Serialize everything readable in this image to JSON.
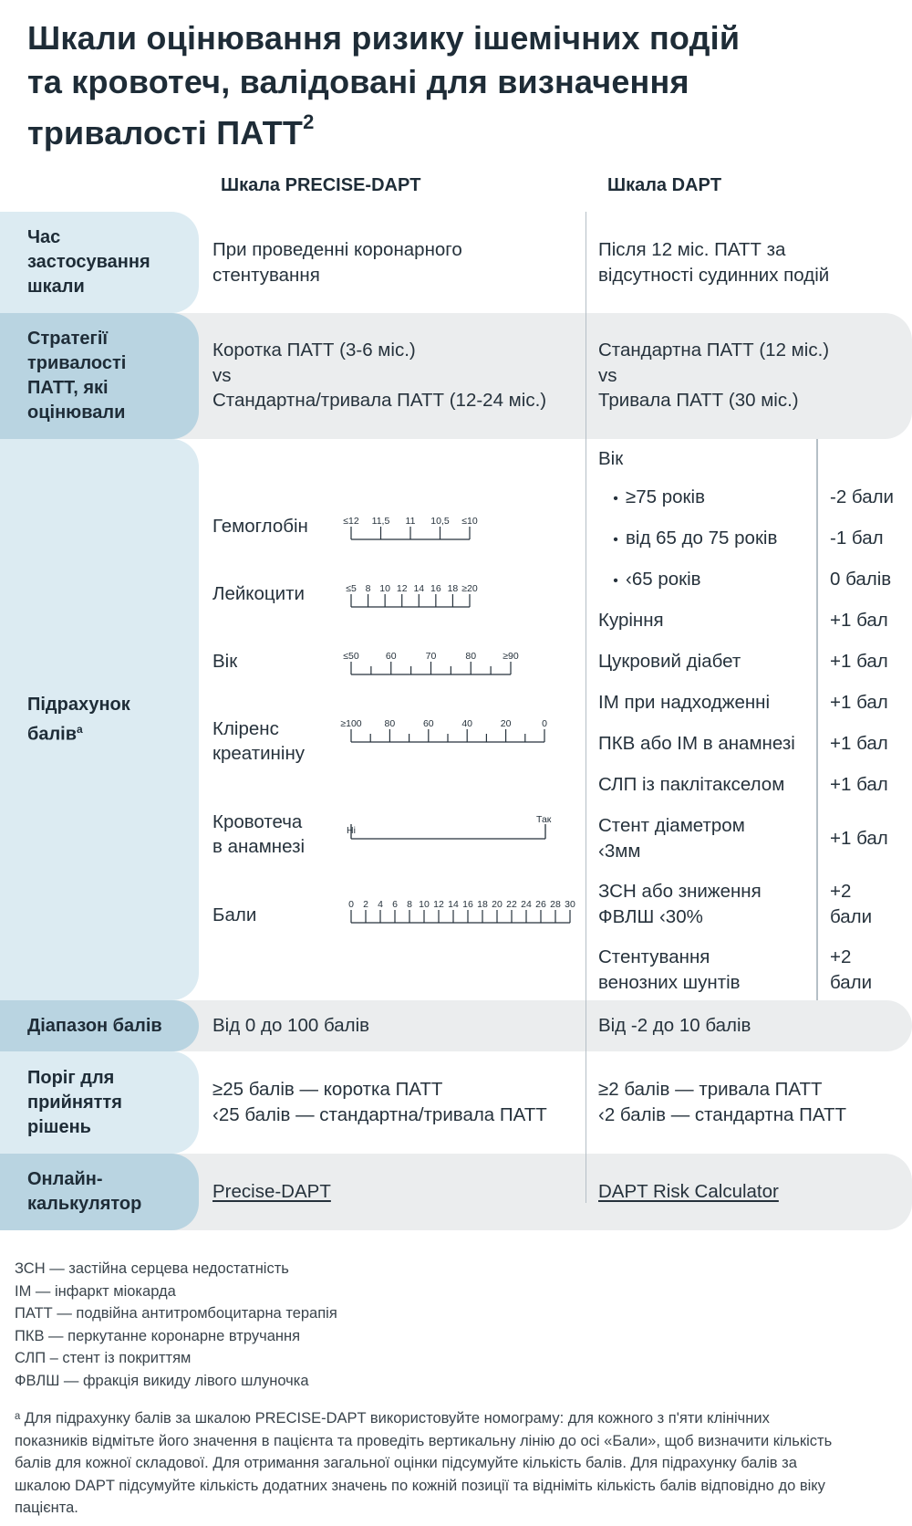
{
  "title": {
    "line1": "Шкали оцінювання ризику ішемічних подій",
    "line2": "та кровотеч, валідовані для визначення",
    "line3": "тривалості ПАТТ",
    "sup": "2"
  },
  "columns": {
    "precise": "Шкала PRECISE-DAPT",
    "dapt": "Шкала DAPT"
  },
  "rows": {
    "time": {
      "label": "Час застосування шкали",
      "precise": "При проведенні коронарного стентування",
      "dapt": "Після 12 міс. ПАТТ за відсутності судинних подій"
    },
    "strategy": {
      "label": "Стратегії тривалості ПАТТ, які оцінювали",
      "precise_line1": "Коротка ПАТТ (3-6 міс.)",
      "precise_line2": "vs",
      "precise_line3": "Стандартна/тривала ПАТТ (12-24 міс.)",
      "dapt_line1": "Стандартна ПАТТ (12 міс.)",
      "dapt_line2": "vs",
      "dapt_line3": "Тривала ПАТТ (30 міс.)"
    },
    "scoring": {
      "label": "Підрахунок балів",
      "label_sup": "a",
      "nomogram": {
        "hemoglobin": {
          "label": "Гемоглобін",
          "ticks": [
            "≤12",
            "11,5",
            "11",
            "10,5",
            "≤10"
          ]
        },
        "leukocytes": {
          "label": "Лейкоцити",
          "ticks": [
            "≤5",
            "8",
            "10",
            "12",
            "14",
            "16",
            "18",
            "≥20"
          ]
        },
        "age": {
          "label": "Вік",
          "ticks": [
            "≤50",
            "60",
            "70",
            "80",
            "≥90"
          ]
        },
        "clearance": {
          "label1": "Кліренс",
          "label2": "креатиніну",
          "ticks": [
            "≥100",
            "80",
            "60",
            "40",
            "20",
            "0"
          ]
        },
        "bleeding": {
          "label1": "Кровотеча",
          "label2": "в анамнезі",
          "no": "Ні",
          "yes": "Так"
        },
        "points": {
          "label": "Бали",
          "ticks": [
            "0",
            "2",
            "4",
            "6",
            "8",
            "10",
            "12",
            "14",
            "16",
            "18",
            "20",
            "22",
            "24",
            "26",
            "28",
            "30"
          ]
        }
      },
      "dapt": {
        "age_header": "Вік",
        "items": [
          {
            "name": "≥75 років",
            "points": "-2 бали",
            "bullet": true
          },
          {
            "name": "від 65 до 75 років",
            "points": "-1 бал",
            "bullet": true
          },
          {
            "name": "‹65 років",
            "points": "0 балів",
            "bullet": true
          },
          {
            "name": "Куріння",
            "points": "+1 бал"
          },
          {
            "name": "Цукровий діабет",
            "points": "+1 бал"
          },
          {
            "name": "ІМ при надходженні",
            "points": "+1 бал"
          },
          {
            "name": "ПКВ або ІМ в анамнезі",
            "points": "+1 бал"
          },
          {
            "name": "СЛП із паклітакселом",
            "points": "+1 бал"
          },
          {
            "name1": "Стент діаметром",
            "name2": "‹3мм",
            "points": "+1 бал"
          },
          {
            "name1": "ЗСН або зниження",
            "name2": "ФВЛШ ‹30%",
            "points1": "+2",
            "points2": "бали"
          },
          {
            "name1": "Стентування",
            "name2": "венозних шунтів",
            "points1": "+2",
            "points2": "бали"
          }
        ]
      }
    },
    "range": {
      "label": "Діапазон балів",
      "precise": "Від 0 до 100 балів",
      "dapt": "Від -2 до 10 балів"
    },
    "threshold": {
      "label": "Поріг для прийняття рішень",
      "precise_line1": "≥25 балів — коротка ПАТТ",
      "precise_line2": "‹25 балів — стандартна/тривала ПАТТ",
      "dapt_line1": "≥2 балів — тривала ПАТТ",
      "dapt_line2": "‹2 балів — стандартна ПАТТ"
    },
    "calculator": {
      "label": "Онлайн-калькулятор",
      "precise_link": "Precise-DAPT",
      "dapt_link": "DAPT Risk Calculator"
    }
  },
  "abbreviations": [
    "ЗСН — застійна серцева недостатність",
    "ІМ — інфаркт міокарда",
    "ПАТТ — подвійна антитромбоцитарна терапія",
    "ПКВ — перкутанне коронарне втручання",
    "СЛП – стент із покриттям",
    "ФВЛШ — фракція викиду лівого шлуночка"
  ],
  "footnote": "ᵃ Для підрахунку балів за шкалою PRECISE-DAPT використовуйте номограму: для кожного з п'яти клінічних показників відмітьте його значення в пацієнта та проведіть вертикальну лінію до осі «Бали», щоб визначити кількість балів для кожної складової. Для отримання загальної оцінки підсумуйте кількість балів. Для підрахунку балів за шкалою DAPT підсумуйте кількість додатних значень по кожній позиції та відніміть кількість балів відповідно до віку пацієнта.",
  "colors": {
    "label_light": "#dcebf2",
    "label_dark": "#b9d4e1",
    "row_gray": "#ebedee",
    "text": "#26323c"
  }
}
